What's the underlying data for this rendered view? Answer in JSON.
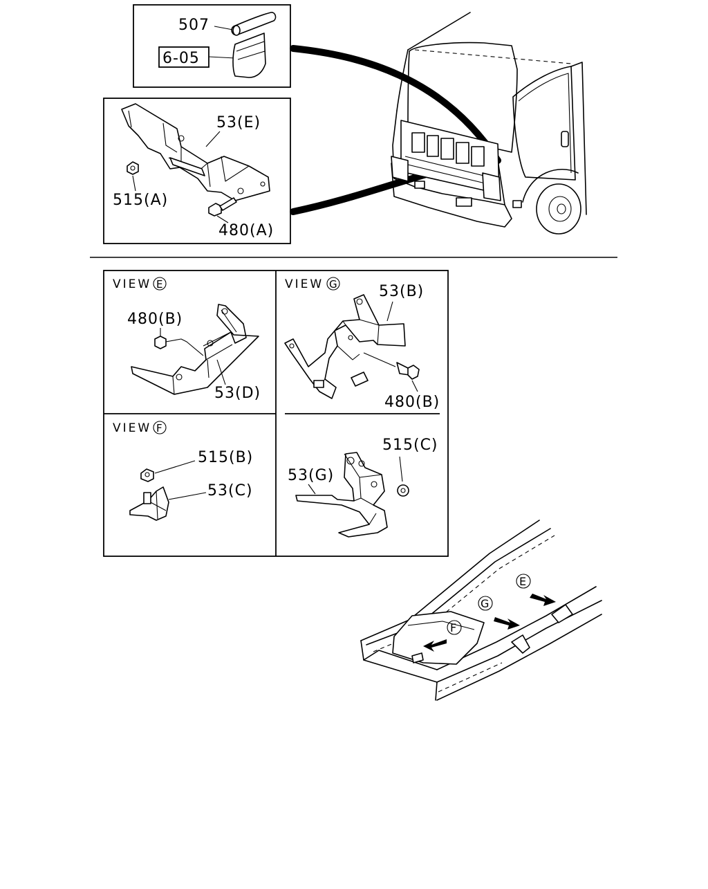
{
  "callouts": {
    "l507": "507",
    "l605": "6-05",
    "l53e": "53(E)",
    "l515a": "515(A)",
    "l480a": "480(A)",
    "l480b_e": "480(B)",
    "l53d": "53(D)",
    "l53b": "53(B)",
    "l480b_g": "480(B)",
    "l515b": "515(B)",
    "l53c": "53(C)",
    "l515c": "515(C)",
    "l53g": "53(G)"
  },
  "views": {
    "view_word": "VIEW",
    "e": "E",
    "f": "F",
    "g": "G"
  },
  "frame_markers": {
    "e": "E",
    "g": "G",
    "f": "F"
  }
}
